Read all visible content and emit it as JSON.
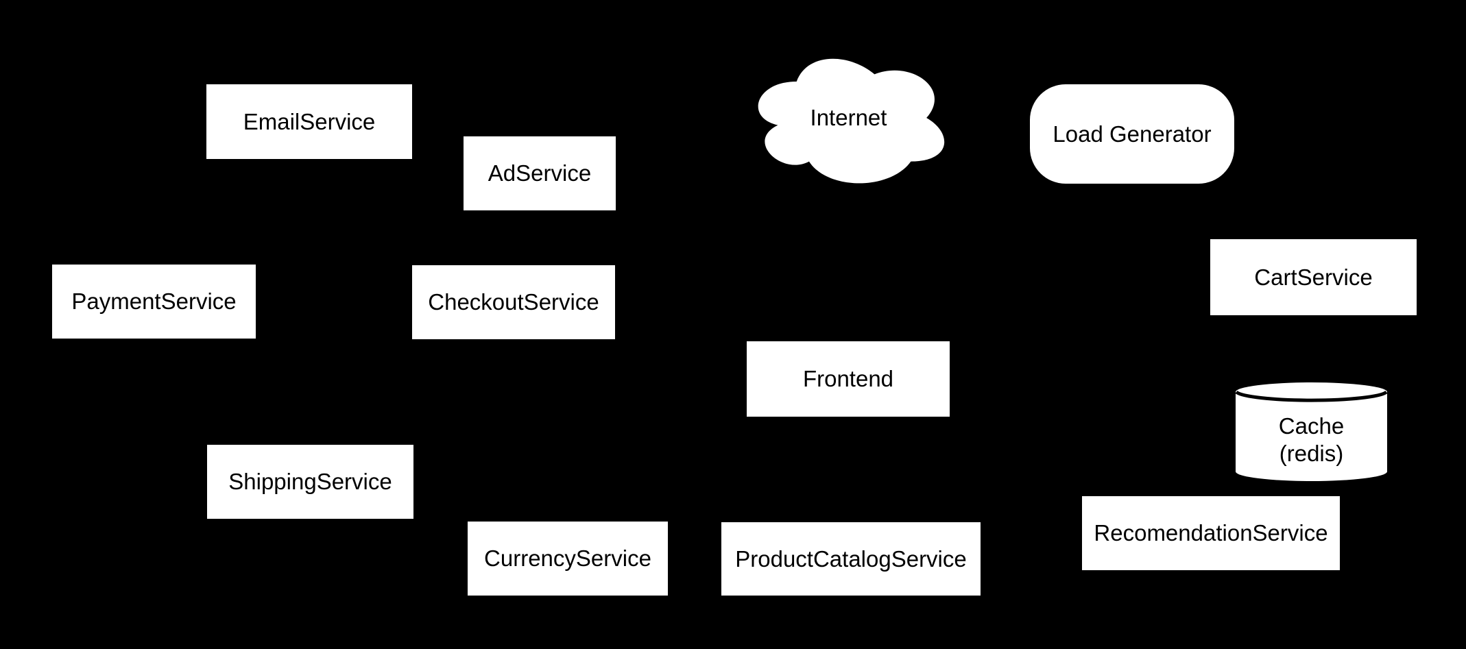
{
  "diagram": {
    "kind": "microservices-architecture",
    "colors": {
      "background": "#000000",
      "node_fill": "#ffffff",
      "node_text": "#000000",
      "cylinder_inner_stroke": "#000000"
    },
    "nodes": {
      "email_service": {
        "label": "EmailService",
        "shape": "rectangle"
      },
      "ad_service": {
        "label": "AdService",
        "shape": "rectangle"
      },
      "internet": {
        "label": "Internet",
        "shape": "cloud"
      },
      "load_generator": {
        "label": "Load Generator",
        "shape": "stadium"
      },
      "payment_service": {
        "label": "PaymentService",
        "shape": "rectangle"
      },
      "checkout_service": {
        "label": "CheckoutService",
        "shape": "rectangle"
      },
      "cart_service": {
        "label": "CartService",
        "shape": "rectangle"
      },
      "frontend": {
        "label": "Frontend",
        "shape": "rectangle"
      },
      "cache": {
        "label_line1": "Cache",
        "label_line2": "(redis)",
        "shape": "cylinder"
      },
      "shipping_service": {
        "label": "ShippingService",
        "shape": "rectangle"
      },
      "currency_service": {
        "label": "CurrencyService",
        "shape": "rectangle"
      },
      "product_catalog_service": {
        "label": "ProductCatalogService",
        "shape": "rectangle"
      },
      "recomendation_service": {
        "label": "RecomendationService",
        "shape": "rectangle"
      }
    }
  }
}
